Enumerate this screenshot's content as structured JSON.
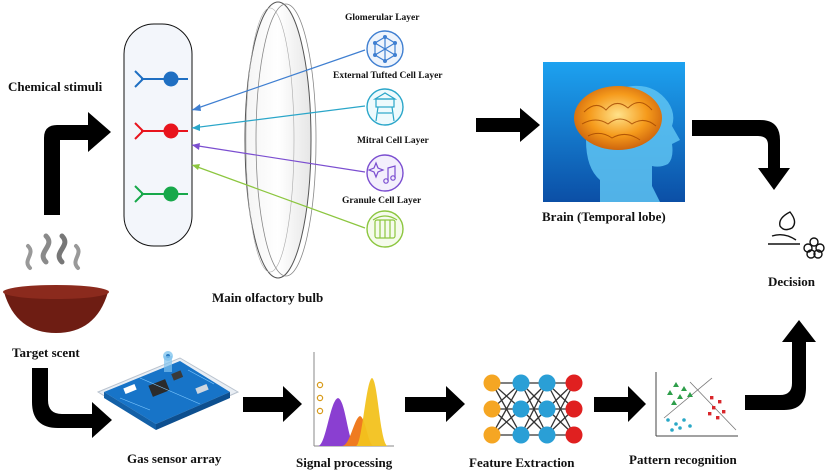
{
  "labels": {
    "chemical_stimuli": "Chemical stimuli",
    "target_scent": "Target scent",
    "main_olfactory_bulb": "Main olfactory bulb",
    "glomerular_layer": "Glomerular  Layer",
    "external_tufted_layer": "External Tufted Cell Layer",
    "mitral_cell_layer": "Mitral Cell Layer",
    "granule_cell_layer": "Granule  Cell Layer",
    "brain": "Brain (Temporal lobe)",
    "decision": "Decision",
    "gas_sensor_array": "Gas sensor array",
    "signal_processing": "Signal processing",
    "feature_extraction": "Feature Extraction",
    "pattern_recognition": "Pattern recognition"
  },
  "icons": {
    "glomerular": "network-icon",
    "tufted": "water-tower-icon",
    "mitral": "sparkle-music-icon",
    "granule": "granule-cell-icon",
    "decision": "lotus-decision-icon",
    "scent": "steaming-bowl-icon",
    "sensor": "circuit-board-icon"
  },
  "colors": {
    "receptor_blue": "#1f6fc2",
    "receptor_red": "#e8141d",
    "receptor_green": "#17a84a",
    "line_blue": "#3f7fd1",
    "line_cyan": "#2aa6c9",
    "line_purple": "#7b4ed0",
    "line_green": "#8cc63f",
    "arrow": "#000000",
    "bowl": "#6e1d13"
  }
}
